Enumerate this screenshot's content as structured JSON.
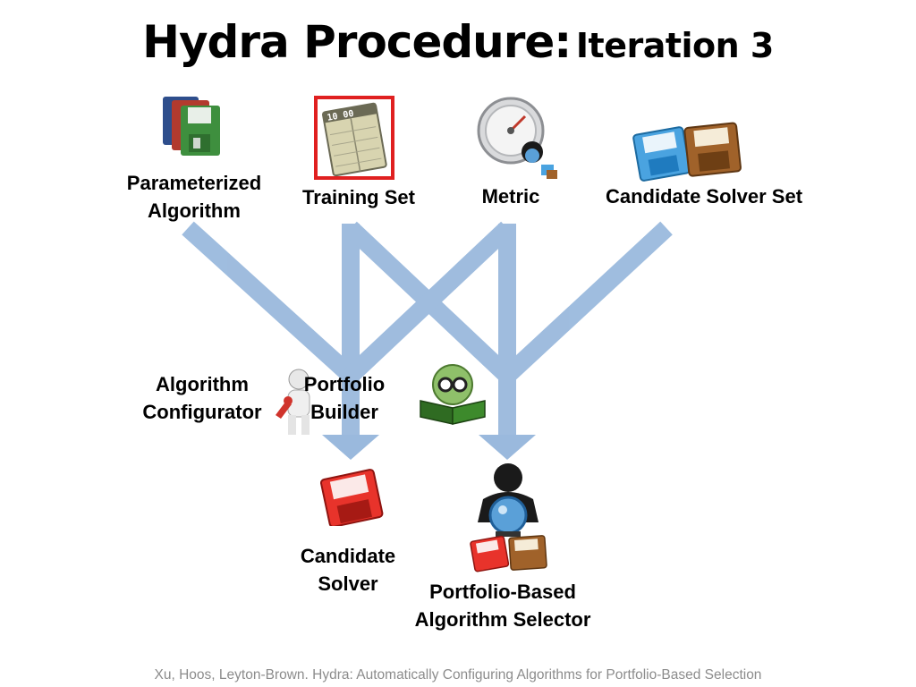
{
  "title": {
    "main": "Hydra Procedure:",
    "sub": "Iteration 3"
  },
  "inputs": {
    "parameterized_algorithm": [
      "Parameterized",
      "Algorithm"
    ],
    "training_set": "Training Set",
    "metric": "Metric",
    "candidate_solver_set": "Candidate Solver Set"
  },
  "process": {
    "algorithm_configurator": [
      "Algorithm",
      "Configurator"
    ],
    "portfolio_builder": [
      "Portfolio",
      "Builder"
    ]
  },
  "outputs": {
    "candidate_solver": [
      "Candidate",
      "Solver"
    ],
    "portfolio_selector": [
      "Portfolio-Based",
      "Algorithm Selector"
    ]
  },
  "training_set_icon_text": "10 00",
  "citation": "Xu, Hoos, Leyton-Brown. Hydra: Automatically Configuring Algorithms for Portfolio-Based Selection",
  "colors": {
    "arrow": "#9ab9dd",
    "highlight_box": "#e02020",
    "solver_red": "#e8332b",
    "solver_brown": "#a0622a",
    "solver_blue": "#4aa3e0",
    "citation_text": "#8c8c8c"
  },
  "icons": {
    "parameterized_algorithm": "floppy-stack-icon",
    "training_set": "ledger-sheet-icon",
    "metric": "gauge-icon",
    "candidate_solver_set": "floppy-pair-icon",
    "algorithm_configurator": "figure-with-wrench-icon",
    "portfolio_builder": "reading-figure-icon",
    "candidate_solver": "red-floppy-icon",
    "portfolio_selector": "crystal-ball-icon"
  }
}
